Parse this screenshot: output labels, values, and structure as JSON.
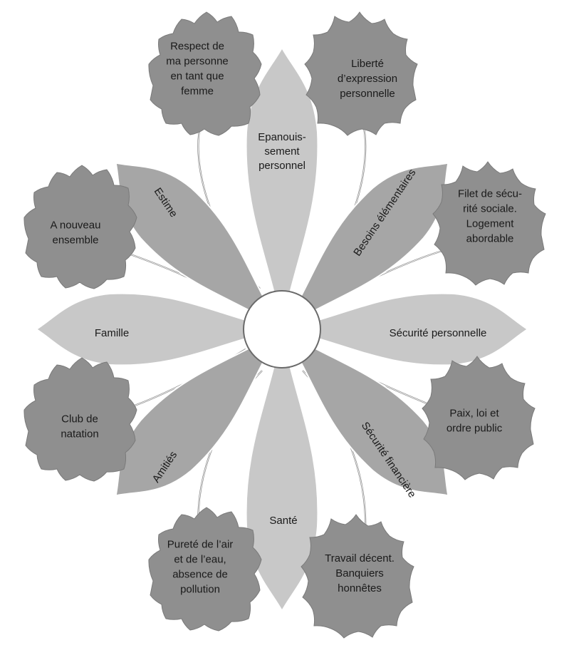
{
  "petals": [
    {
      "id": "epanouissement",
      "lines": [
        "Epanouis-",
        "sement",
        "personnel"
      ],
      "tone": "light"
    },
    {
      "id": "besoins",
      "lines": [
        "Besoins élémentaires"
      ],
      "tone": "dark"
    },
    {
      "id": "securite-personnelle",
      "lines": [
        "Sécurité personnelle"
      ],
      "tone": "light"
    },
    {
      "id": "securite-financiere",
      "lines": [
        "Sécurité financière"
      ],
      "tone": "dark"
    },
    {
      "id": "sante",
      "lines": [
        "Santé"
      ],
      "tone": "light"
    },
    {
      "id": "amities",
      "lines": [
        "Amitiés"
      ],
      "tone": "dark"
    },
    {
      "id": "famille",
      "lines": [
        "Famille"
      ],
      "tone": "light"
    },
    {
      "id": "estime",
      "lines": [
        "Estime"
      ],
      "tone": "dark"
    }
  ],
  "leaves": [
    {
      "id": "respect",
      "lines": [
        "Respect de",
        "ma personne",
        "en tant que",
        "femme"
      ]
    },
    {
      "id": "liberte",
      "lines": [
        "Liberté",
        "d’expression",
        "personnelle"
      ]
    },
    {
      "id": "filet",
      "lines": [
        "Filet de sécu-",
        "rité sociale.",
        "Logement",
        "abordable"
      ]
    },
    {
      "id": "paix",
      "lines": [
        "Paix, loi et",
        "ordre public"
      ]
    },
    {
      "id": "travail",
      "lines": [
        "Travail décent.",
        "Banquiers",
        "honnêtes"
      ]
    },
    {
      "id": "purete",
      "lines": [
        "Pureté de l’air",
        "et de l’eau,",
        "absence de",
        "pollution"
      ]
    },
    {
      "id": "club",
      "lines": [
        "Club de",
        "natation"
      ]
    },
    {
      "id": "ensemble",
      "lines": [
        "A nouveau",
        "ensemble"
      ]
    }
  ],
  "colors": {
    "petal_light": "#c8c8c8",
    "petal_dark": "#a6a6a6",
    "leaf": "#8f8f8f",
    "stroke": "#ffffff",
    "center": "#ffffff",
    "center_stroke": "#6a6a6a"
  }
}
